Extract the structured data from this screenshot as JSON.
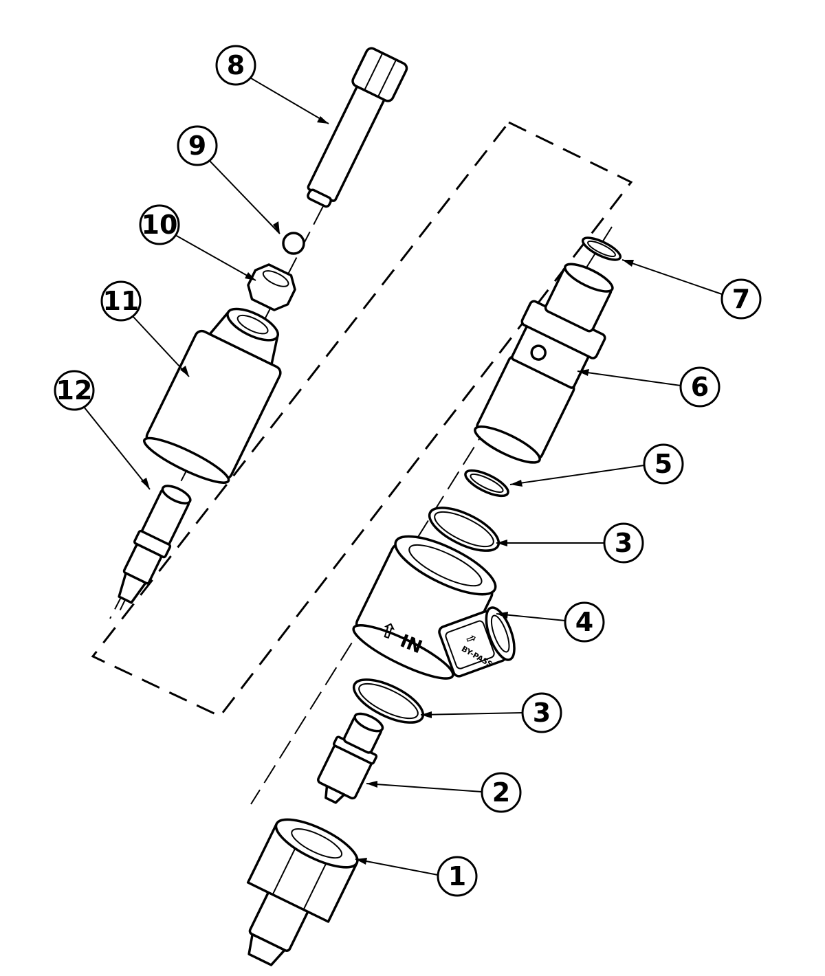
{
  "diagram": {
    "type": "exploded-parts-diagram",
    "callouts": [
      {
        "id": "1",
        "label": "1"
      },
      {
        "id": "2",
        "label": "2"
      },
      {
        "id": "3a",
        "label": "3"
      },
      {
        "id": "3b",
        "label": "3"
      },
      {
        "id": "4",
        "label": "4"
      },
      {
        "id": "5",
        "label": "5"
      },
      {
        "id": "6",
        "label": "6"
      },
      {
        "id": "7",
        "label": "7"
      },
      {
        "id": "8",
        "label": "8"
      },
      {
        "id": "9",
        "label": "9"
      },
      {
        "id": "10",
        "label": "10"
      },
      {
        "id": "11",
        "label": "11"
      },
      {
        "id": "12",
        "label": "12"
      }
    ],
    "part_markings": {
      "inlet": "IN",
      "bypass": "BY-PASS"
    }
  }
}
